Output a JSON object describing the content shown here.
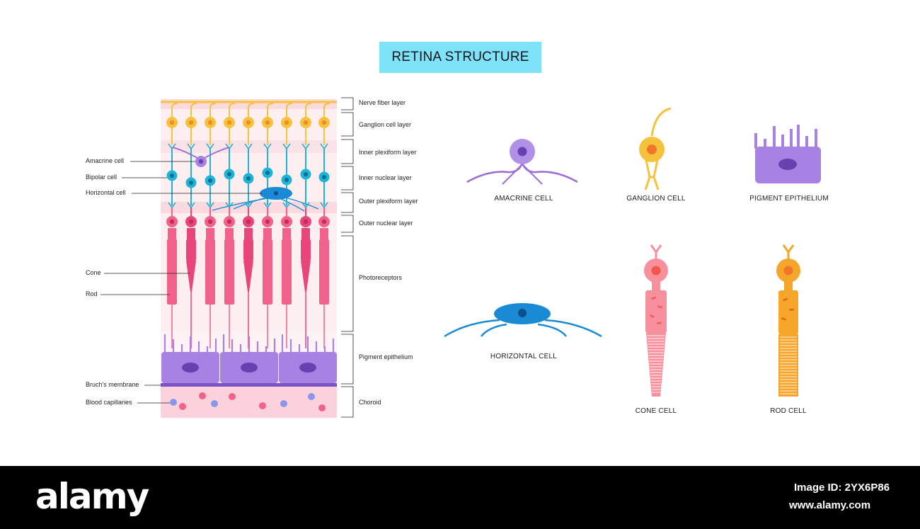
{
  "title": "RETINA STRUCTURE",
  "left_labels": {
    "amacrine": "Amacrine cell",
    "bipolar": "Bipolar cell",
    "horizontal": "Horizontal cell",
    "cone": "Cone",
    "rod": "Rod",
    "bruch": "Bruch's membrane",
    "capillaries": "Blood capillaries"
  },
  "layer_labels": {
    "nerve_fiber": "Nerve fiber layer",
    "ganglion": "Ganglion cell layer",
    "inner_plexiform": "Inner plexiform layer",
    "inner_nuclear": "Inner nuclear layer",
    "outer_plexiform": "Outer plexiform layer",
    "outer_nuclear": "Outer nuclear layer",
    "photoreceptors": "Photoreceptors",
    "pigment_epithelium": "Pigment epithelium",
    "choroid": "Choroid"
  },
  "cell_captions": {
    "amacrine": "AMACRINE CELL",
    "ganglion": "GANGLION CELL",
    "pigment": "PIGMENT EPITHELIUM",
    "horizontal": "HORIZONTAL CELL",
    "cone": "CONE CELL",
    "rod": "ROD CELL"
  },
  "footer": {
    "brand": "alamy",
    "image_id": "Image ID: 2YX6P86",
    "site": "www.alamy.com"
  },
  "colors": {
    "title_bg": "#7ee3f9",
    "nerve": "#f5c33b",
    "bipolar": "#1fb3d6",
    "amacrine": "#9a6ad6",
    "horizontal": "#1a8ad4",
    "photoreceptor": "#f0618c",
    "pigment": "#a782e2",
    "choroid": "#fbd1dc",
    "rod_cell": "#f6a52b",
    "cone_cell": "#f7909c"
  }
}
